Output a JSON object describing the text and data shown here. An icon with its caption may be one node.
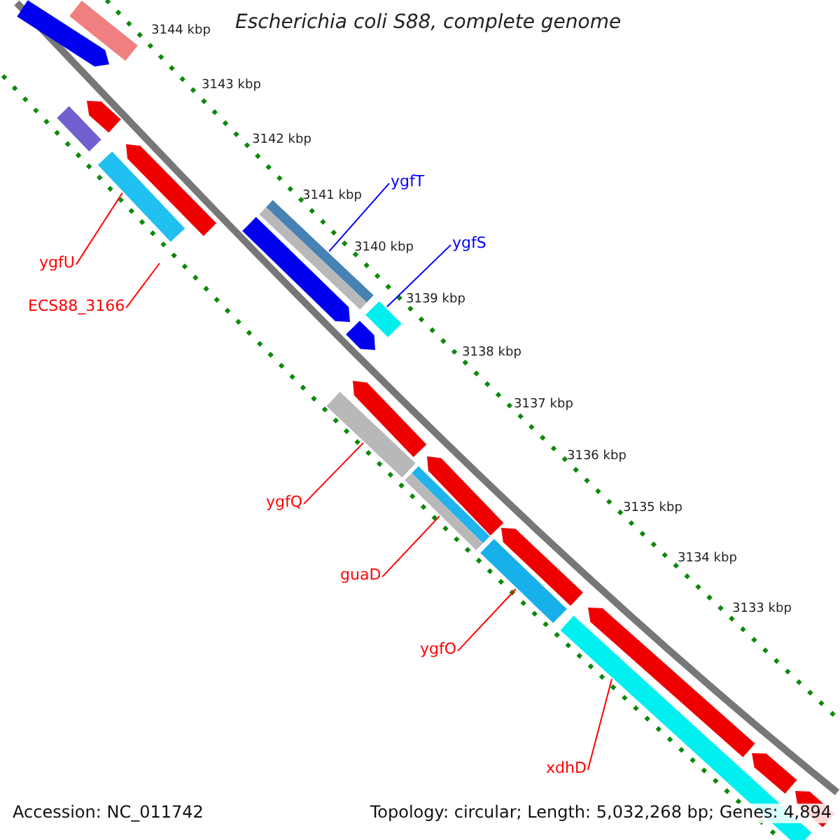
{
  "diagram": {
    "title": "Escherichia coli S88, complete genome",
    "nodes": [
      {
        "text": [
          "ygfT"
        ]
      },
      {
        "text": [],
        "shape": "bar"
      },
      {
        "text": [
          "ygfS"
        ]
      },
      {
        "text": [],
        "shape": "bar"
      },
      {
        "text": [
          "ygfU"
        ]
      },
      {
        "text": [],
        "shape": "bar"
      },
      {
        "text": [
          "ECS88_3166"
        ]
      },
      {
        "text": [
          "ygfQ"
        ]
      },
      {
        "text": [],
        "shape": "bar"
      },
      {
        "text": [
          "guaD"
        ]
      },
      {
        "text": [],
        "shape": "bar"
      },
      {
        "text": [
          "ygfO"
        ]
      },
      {
        "text": [],
        "shape": "bar"
      },
      {
        "text": [
          "xdhD"
        ]
      },
      {
        "text": [],
        "shape": "bar"
      }
    ],
    "edges": [
      {
        "from": 0,
        "to": 1,
        "arrow": "none",
        "color": "#0000ff"
      },
      {
        "from": 2,
        "to": 3,
        "arrow": "none",
        "color": "#0000ff"
      },
      {
        "from": 4,
        "to": 5,
        "arrow": "none"
      },
      {
        "from": 6,
        "to": null,
        "arrow": "none"
      },
      {
        "from": 7,
        "to": 8,
        "arrow": "none"
      },
      {
        "from": 9,
        "to": 10,
        "arrow": "none"
      },
      {
        "from": 11,
        "to": 12,
        "arrow": "none"
      },
      {
        "from": 13,
        "to": 14,
        "arrow": "none"
      }
    ],
    "labels": [
      "3144 kbp",
      "3143 kbp",
      "3142 kbp",
      "3141 kbp",
      "3140 kbp",
      "3139 kbp",
      "3138 kbp",
      "3137 kbp",
      "3136 kbp",
      "3135 kbp",
      "3134 kbp",
      "3133 kbp",
      "Accession: NC_011742",
      "Topology: circular; Length: 5,032,268 bp; Genes: 4,894"
    ]
  }
}
